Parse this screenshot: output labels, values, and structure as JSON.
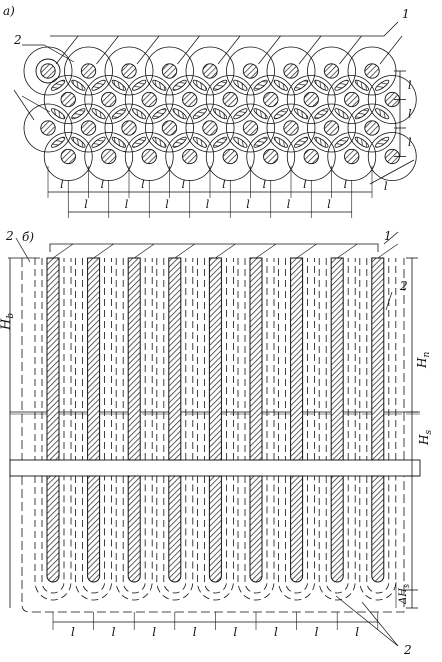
{
  "figure": {
    "part_a": {
      "label": "а)",
      "callout_1": "1",
      "callout_2": "2",
      "spacing_letter": "l",
      "rows": 4,
      "cols": 9
    },
    "part_b": {
      "label": "б)",
      "callout_1": "1",
      "callout_2_top": "2",
      "callout_2_bottom": "2",
      "label_hb": "H",
      "label_hb_sub": "b",
      "label_hn": "H",
      "label_hn_sub": "п",
      "label_hs": "H",
      "label_hs_sub": "s",
      "label_dh": "ΔH",
      "label_dh_sub": "s",
      "spacing_letter": "l",
      "piles": 9
    },
    "colors": {
      "ink": "#111111",
      "hatch": "#222222",
      "background": "#ffffff"
    }
  }
}
